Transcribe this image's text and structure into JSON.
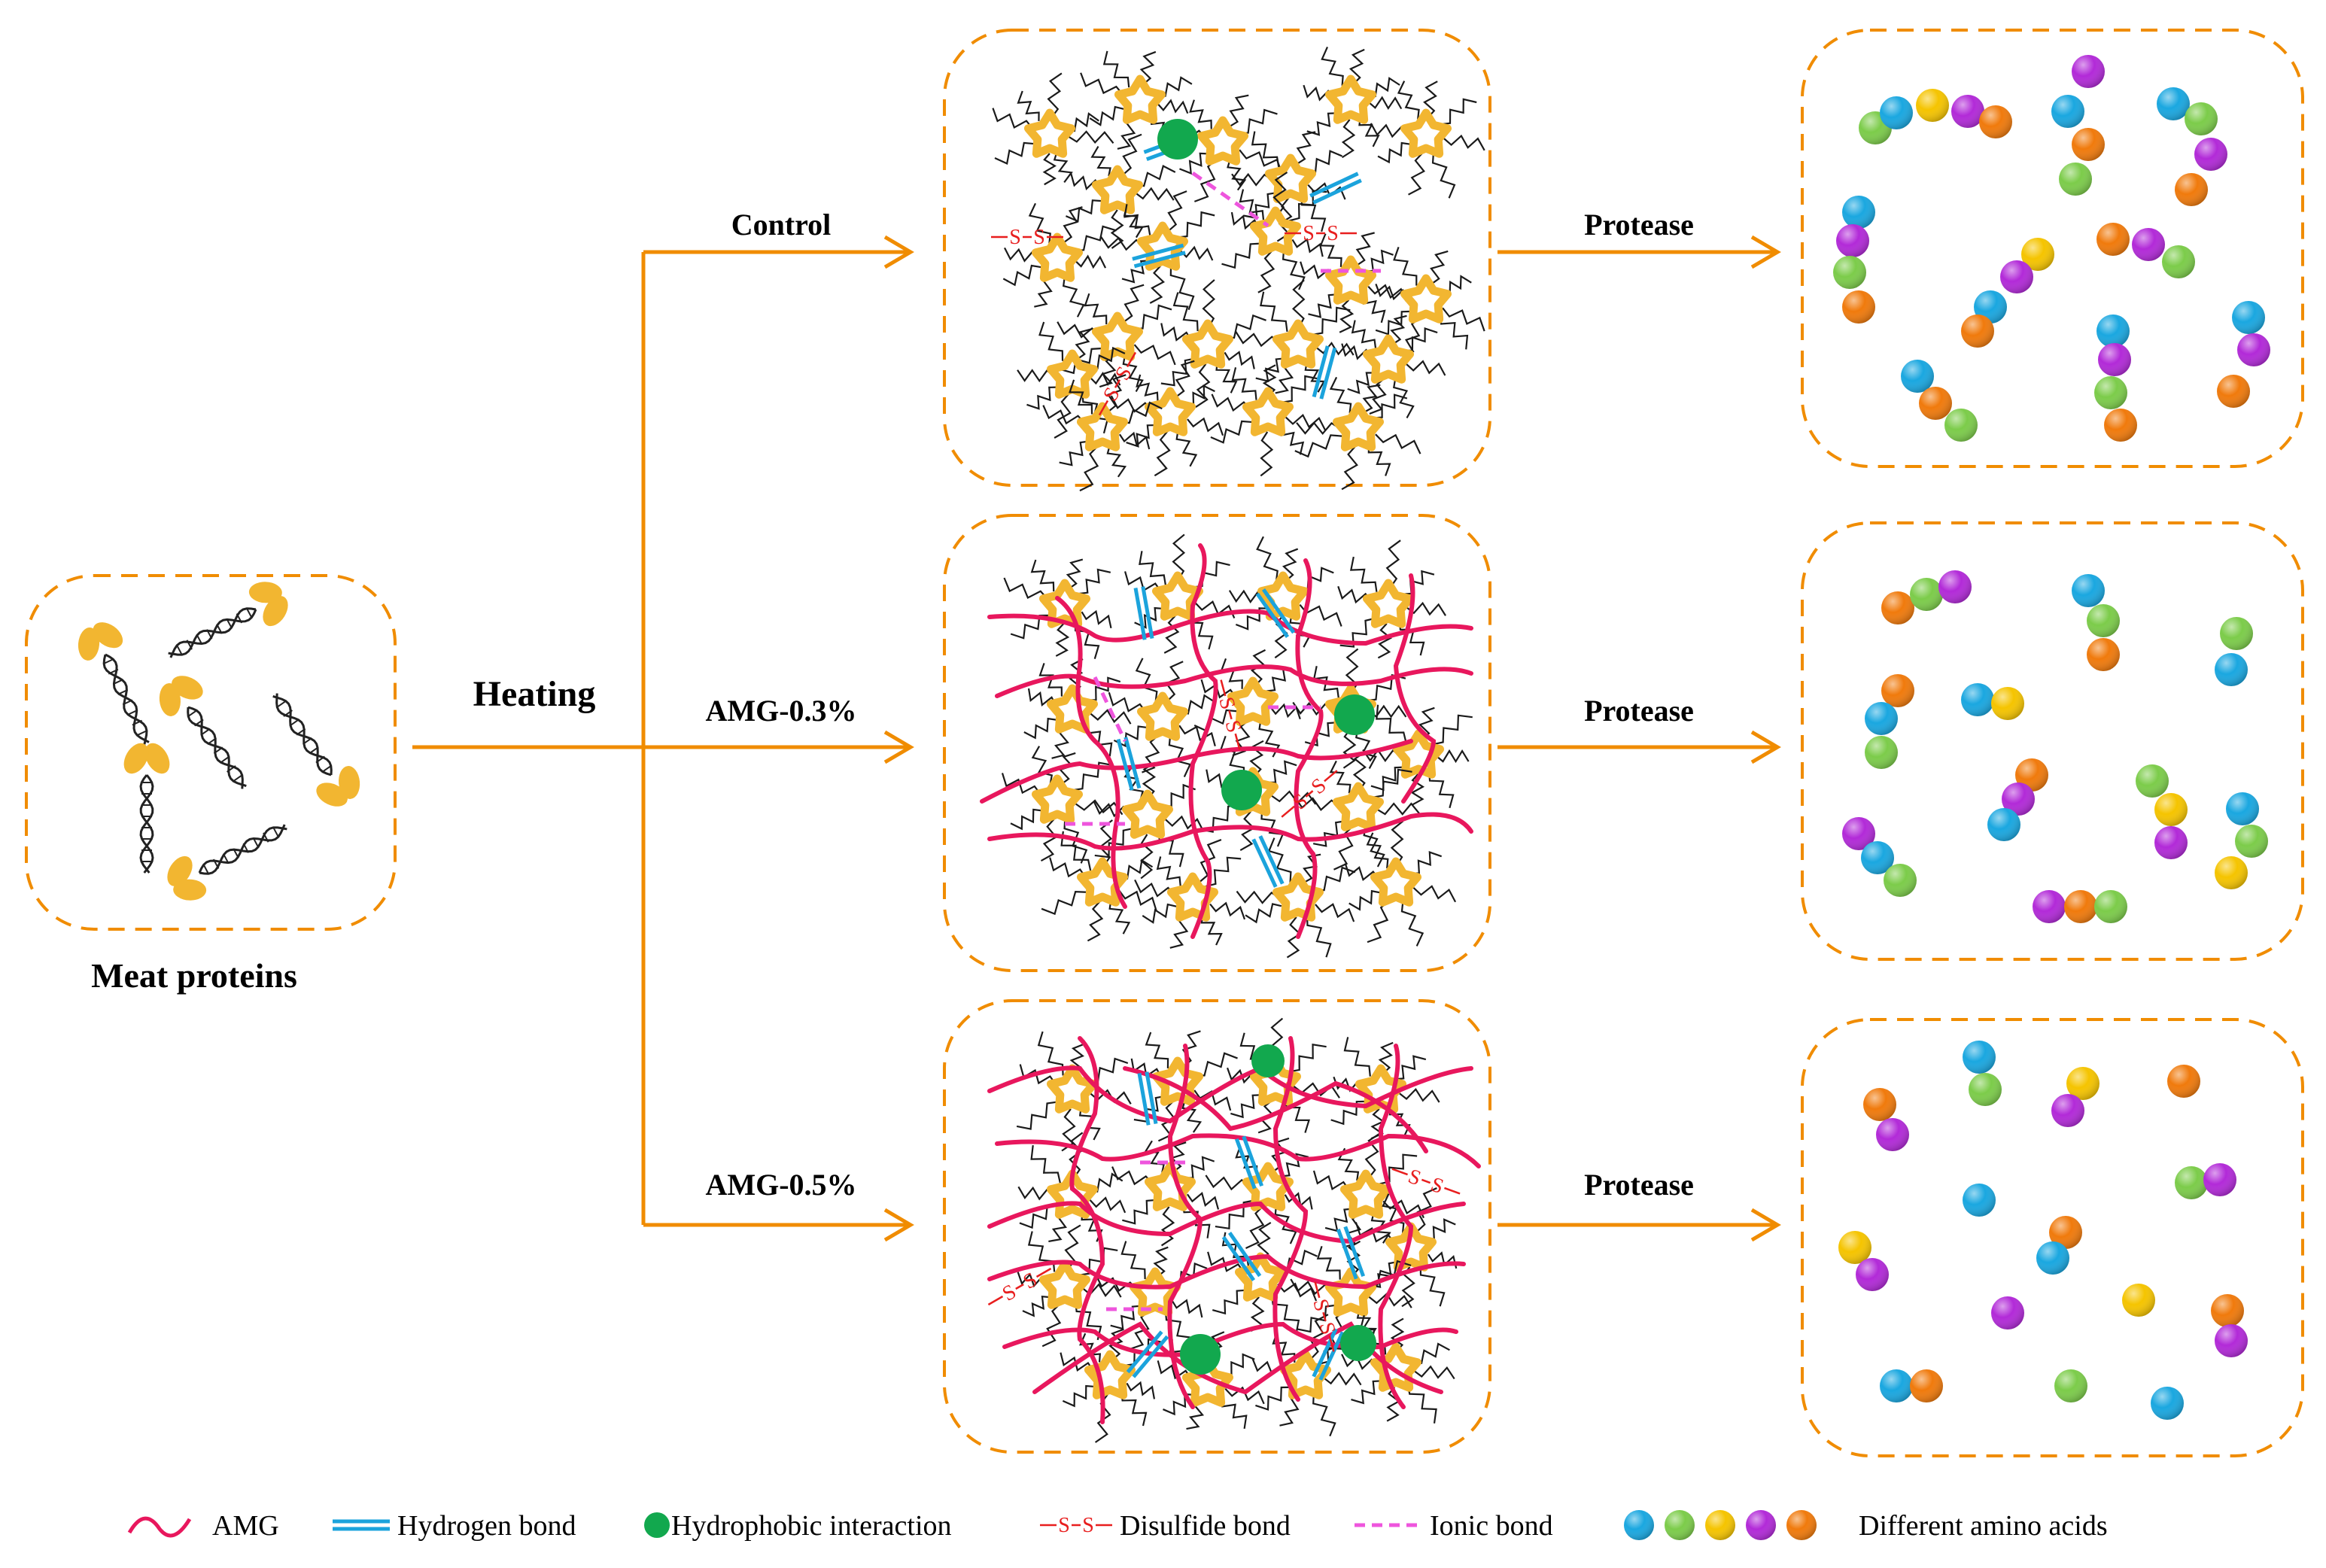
{
  "labels": {
    "source": "Meat proteins",
    "heating": "Heating",
    "branches": [
      "Control",
      "AMG-0.3%",
      "AMG-0.5%"
    ],
    "enzyme": "Protease"
  },
  "legend": [
    {
      "icon": "amg-wave-icon",
      "label": "AMG"
    },
    {
      "icon": "hydrogen-bond-icon",
      "label": "Hydrogen bond"
    },
    {
      "icon": "hydrophobic-dot-icon",
      "label": "Hydrophobic interaction"
    },
    {
      "icon": "disulfide-bond-icon",
      "label": "Disulfide bond"
    },
    {
      "icon": "ionic-bond-icon",
      "label": "Ionic bond"
    },
    {
      "icon": "amino-acid-dots-icon",
      "label": "Different amino acids"
    }
  ],
  "bond_glyph": "S",
  "colors": {
    "arrow": "#f08c00",
    "box_border": "#f08c00",
    "protein": "#f2b631",
    "amg": "#e8175d",
    "hydrogen": "#1ba3dc",
    "hydrophobic": "#12a84e",
    "disulfide": "#e81e1e",
    "ionic": "#ee55dd",
    "amino_acids": [
      "#1aa7e0",
      "#7ccc4a",
      "#f5c400",
      "#b22ad8",
      "#f07a0c"
    ]
  }
}
